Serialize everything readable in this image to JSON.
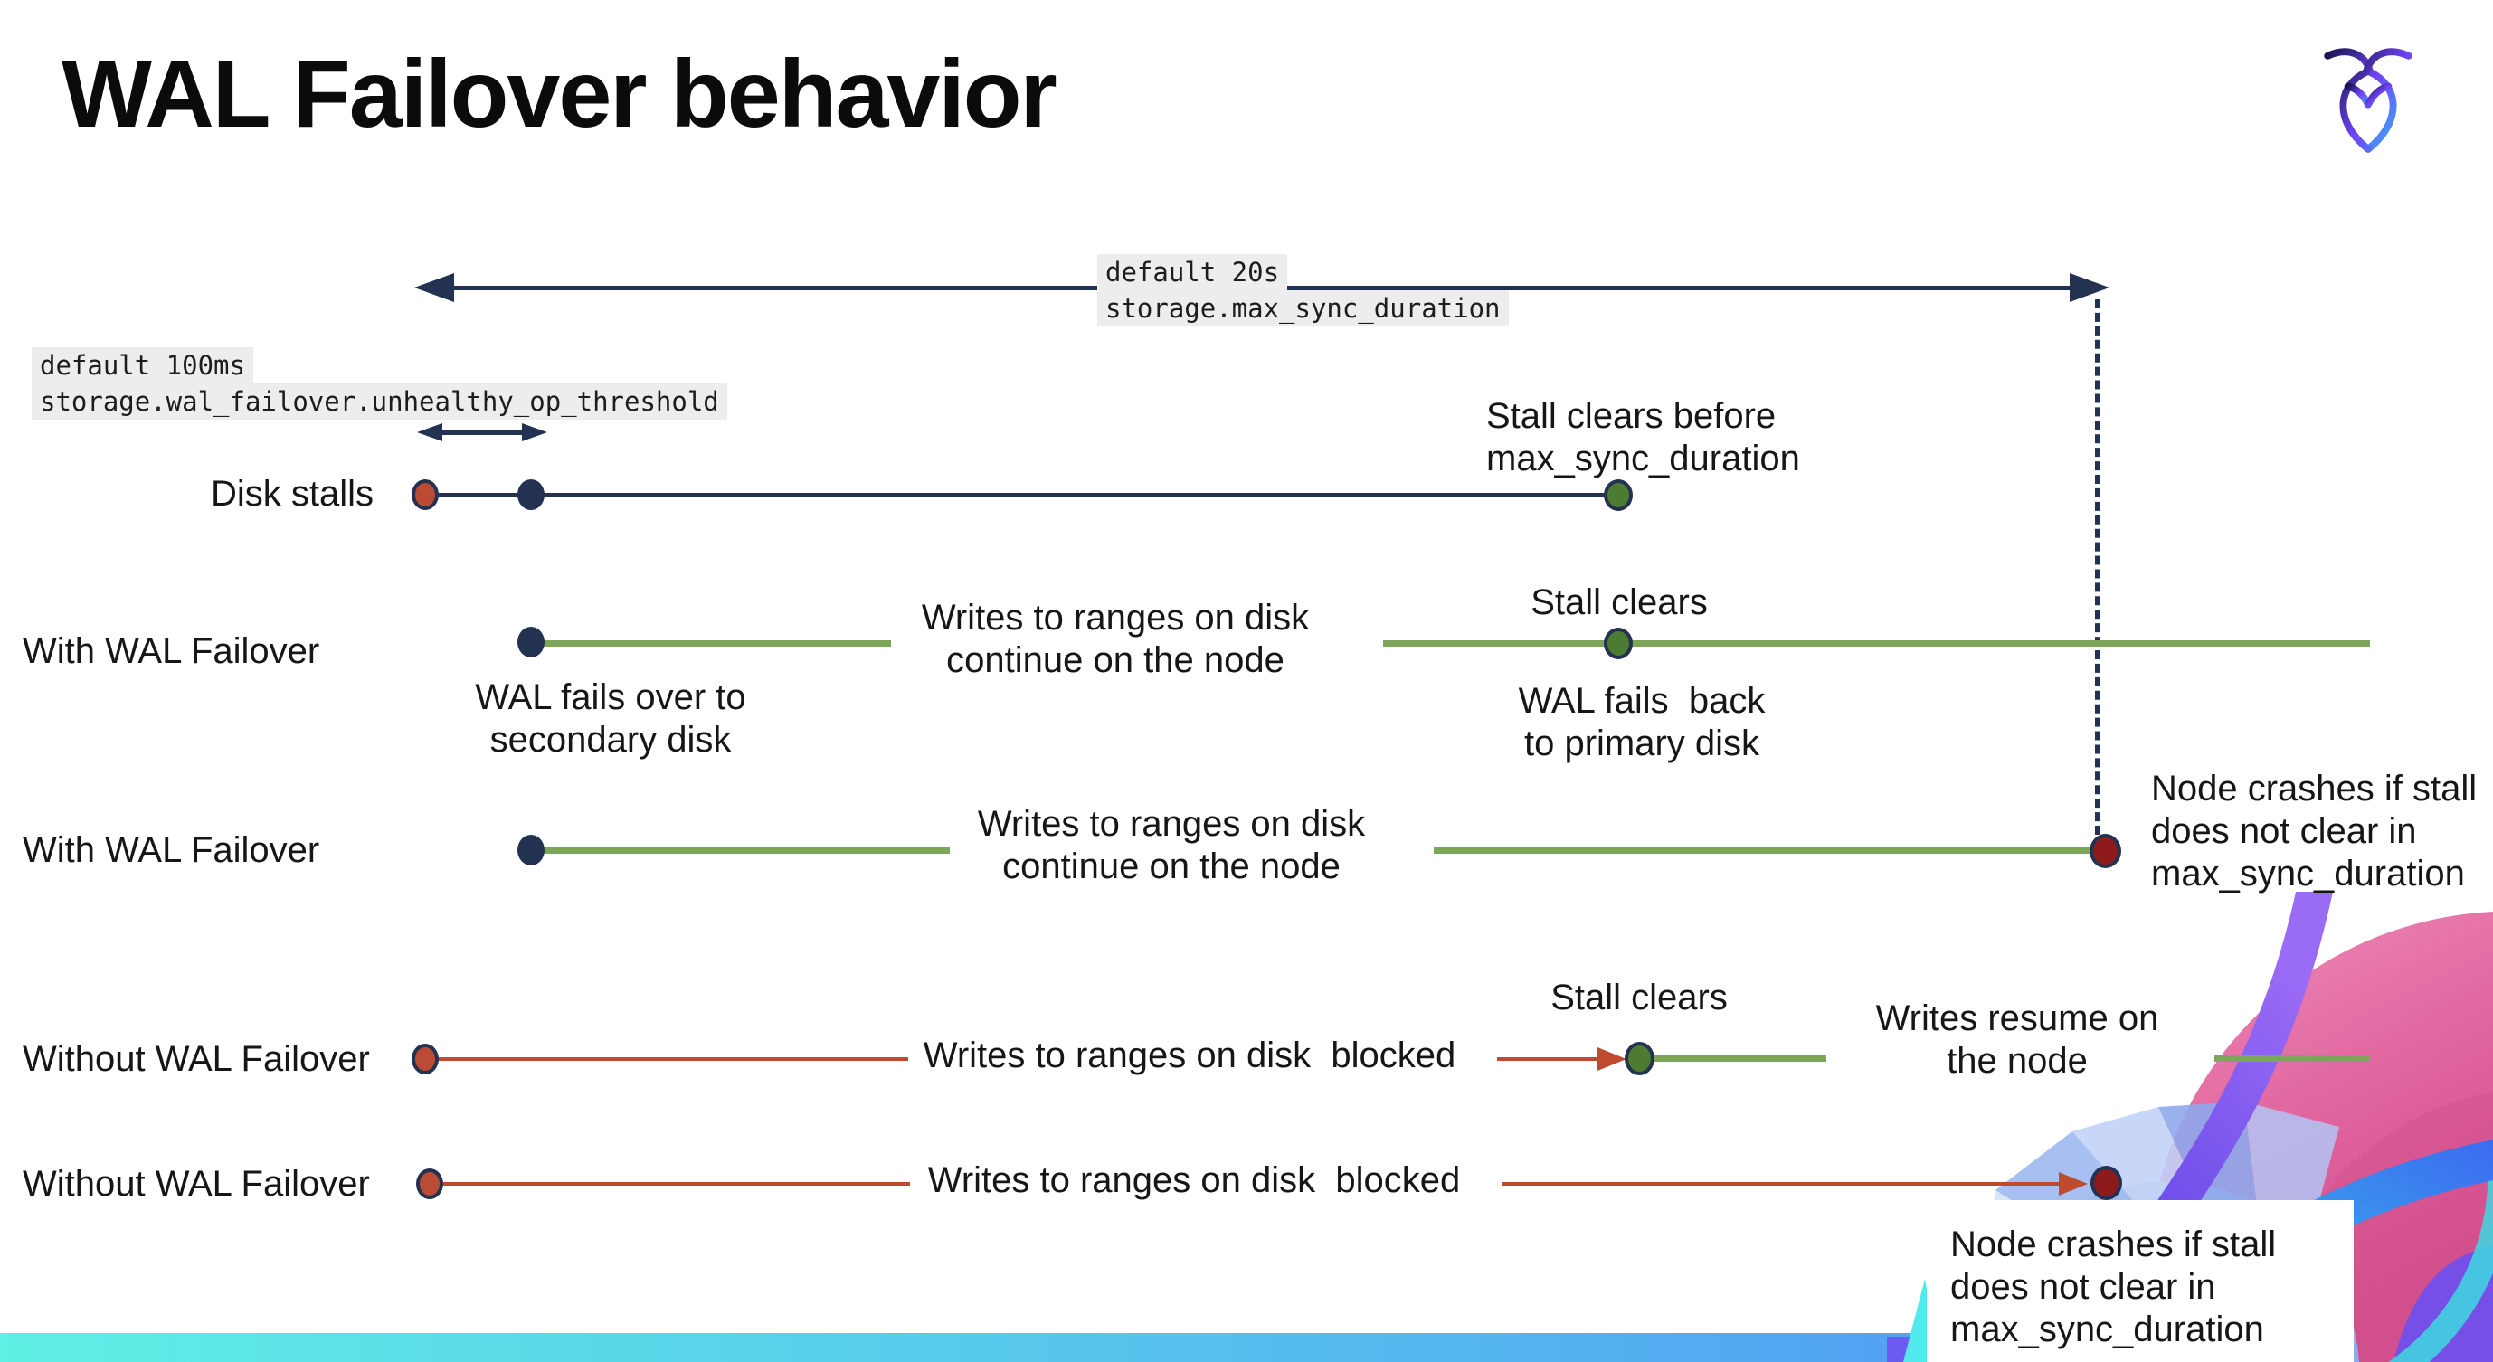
{
  "title": "WAL Failover behavior",
  "brand": {
    "logo_icon": "cockroachdb-logo"
  },
  "colors": {
    "navy": "#233250",
    "green_line": "#7DA65B",
    "green_dot": "#4E7B32",
    "red_line": "#BF4B2E",
    "red_dot": "#BC4B36",
    "dark_red_dot": "#8E1B1B",
    "label_bg": "#EDEDED",
    "bar_gradient_left": "#5FEFE4",
    "bar_gradient_right": "#4E8AF6"
  },
  "settings": {
    "max_sync_duration": {
      "default_label": "default 20s",
      "setting_name": "storage.max_sync_duration"
    },
    "unhealthy_op_threshold": {
      "default_label": "default 100ms",
      "setting_name": "storage.wal_failover.unhealthy_op_threshold"
    }
  },
  "rows": [
    {
      "label": "Disk stalls",
      "annotation": "Stall clears before\nmax_sync_duration"
    },
    {
      "label": "With WAL Failover",
      "failover_note": "WAL fails over to\nsecondary disk",
      "mid_note": "Writes to ranges on disk\ncontinue on the node",
      "stall_note": "Stall clears",
      "failback_note": "WAL fails  back\nto primary disk"
    },
    {
      "label": "With WAL Failover",
      "mid_note": "Writes to ranges on disk\ncontinue on the node",
      "crash_note": "Node crashes if stall\ndoes not clear in\nmax_sync_duration"
    },
    {
      "label": "Without WAL Failover",
      "mid_note": "Writes to ranges on disk  blocked",
      "stall_note": "Stall clears",
      "resume_note": "Writes resume on\nthe node"
    },
    {
      "label": "Without WAL Failover",
      "mid_note": "Writes to ranges on disk  blocked",
      "crash_note": "Node crashes if stall\ndoes not clear in\nmax_sync_duration"
    }
  ]
}
